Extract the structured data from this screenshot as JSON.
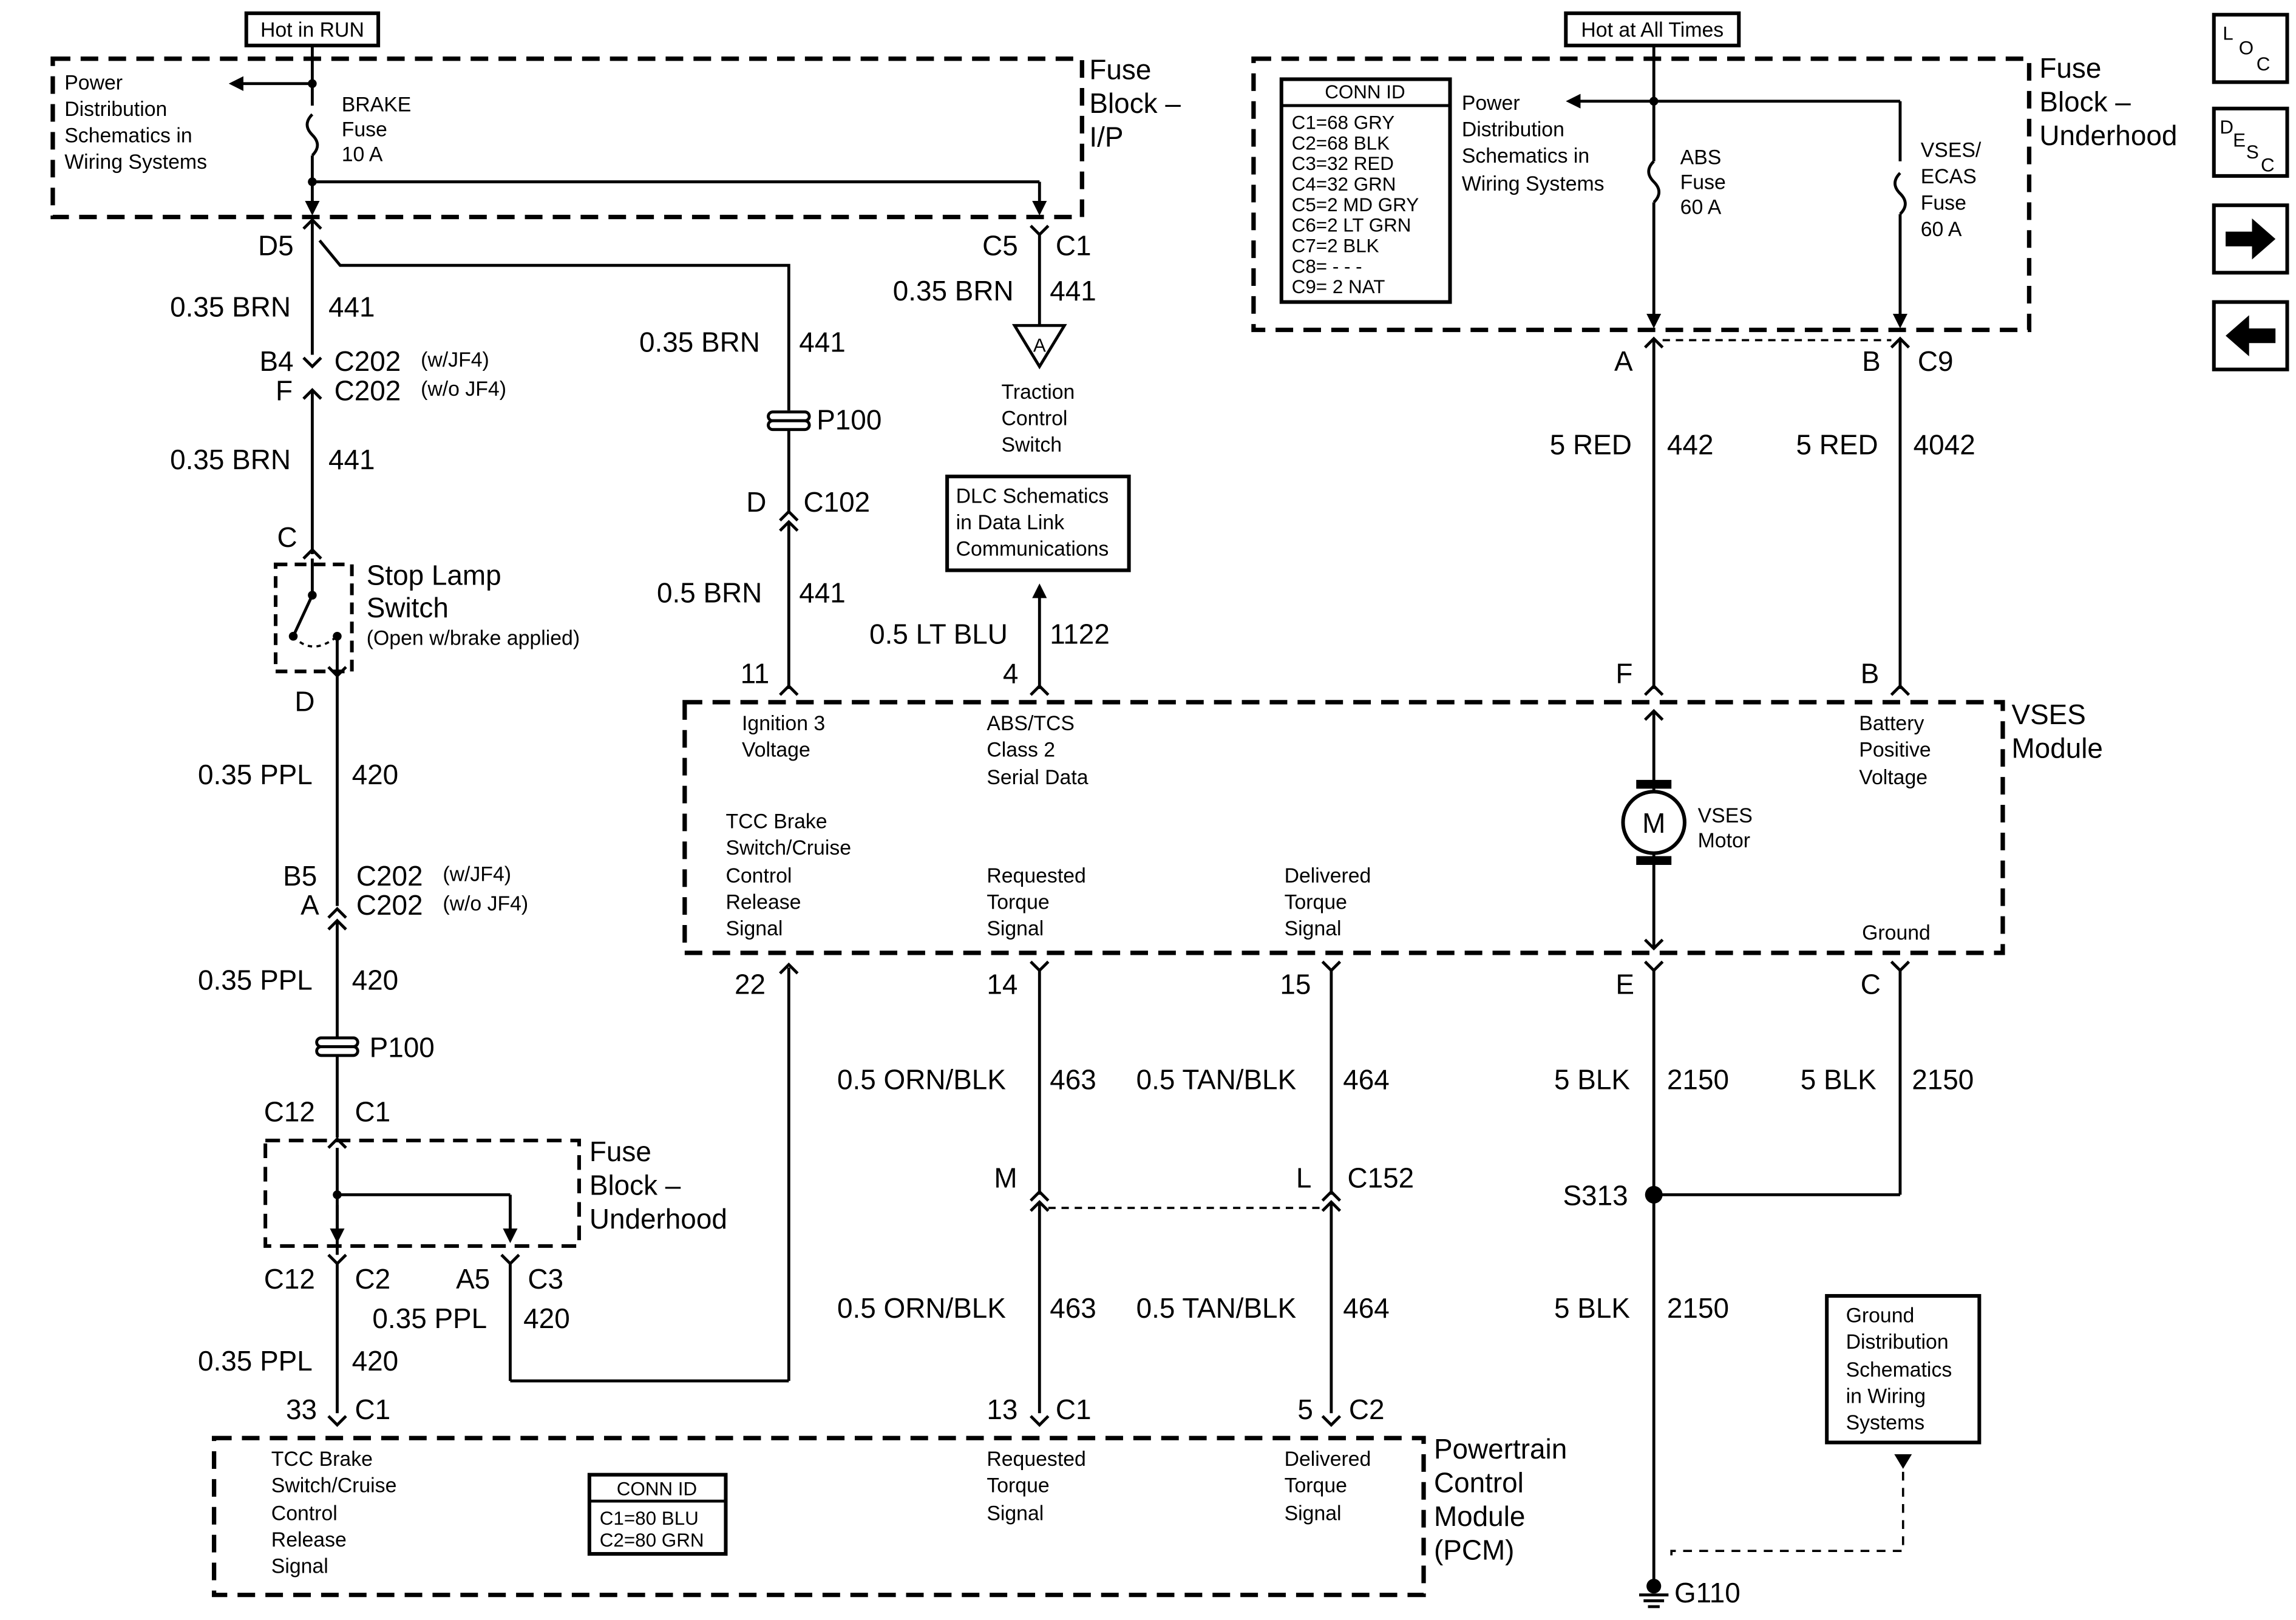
{
  "top_left": {
    "hot_in_run": "Hot in RUN",
    "power_dist": [
      "Power",
      "Distribution",
      "Schematics in",
      "Wiring Systems"
    ],
    "brake_fuse": [
      "BRAKE",
      "Fuse",
      "10 A"
    ],
    "fuse_block_title": [
      "Fuse",
      "Block –",
      "I/P"
    ]
  },
  "top_right": {
    "hot_all_times": "Hot at All Times",
    "conn_title": "CONN ID",
    "conn_rows": [
      "C1=68 GRY",
      "C2=68 BLK",
      "C3=32 RED",
      "C4=32 GRN",
      "C5=2 MD GRY",
      "C6=2 LT GRN",
      "C7=2 BLK",
      "C8= - - -",
      "C9= 2 NAT"
    ],
    "power_dist": [
      "Power",
      "Distribution",
      "Schematics in",
      "Wiring Systems"
    ],
    "abs_fuse": [
      "ABS",
      "Fuse",
      "60 A"
    ],
    "vses_fuse": [
      "VSES/",
      "ECAS",
      "Fuse",
      "60 A"
    ],
    "fuse_block_title": [
      "Fuse",
      "Block –",
      "Underhood"
    ]
  },
  "nav": {
    "loc_L": "L",
    "loc_O": "O",
    "loc_C": "C",
    "desc_D": "D",
    "desc_E": "E",
    "desc_S": "S",
    "desc_C": "C"
  },
  "left_wire": {
    "d5": "D5",
    "w1_size": "0.35 BRN",
    "w1_num": "441",
    "b4": "B4",
    "c202_a": "C202",
    "wjf4_a": "(w/JF4)",
    "f": "F",
    "c202_b": "C202",
    "wojf4_a": "(w/o JF4)",
    "w2_size": "0.35 BRN",
    "w2_num": "441",
    "c": "C",
    "stop_lamp": [
      "Stop Lamp",
      "Switch"
    ],
    "stop_lamp_note": "(Open w/brake applied)",
    "d": "D",
    "w3_size": "0.35 PPL",
    "w3_num": "420",
    "b5": "B5",
    "c202_c": "C202",
    "wjf4_b": "(w/JF4)",
    "a": "A",
    "c202_d": "C202",
    "wojf4_b": "(w/o JF4)",
    "w4_size": "0.35 PPL",
    "w4_num": "420",
    "p100": "P100",
    "c12_top": "C12",
    "c1_top": "C1",
    "fb_under": [
      "Fuse",
      "Block –",
      "Underhood"
    ],
    "c12_bot": "C12",
    "c2_bot": "C2",
    "a5": "A5",
    "c3": "C3",
    "w5_size": "0.35 PPL",
    "w5_num": "420",
    "w6_size": "0.35 PPL",
    "w6_num": "420",
    "pin33": "33",
    "c1_pcm": "C1"
  },
  "mid_wire": {
    "w_size": "0.35 BRN",
    "w_num": "441",
    "p100": "P100",
    "d": "D",
    "c102": "C102",
    "w2_size": "0.5 BRN",
    "w2_num": "441",
    "pin11": "11",
    "c5": "C5",
    "c1": "C1",
    "tc_size": "0.35 BRN",
    "tc_num": "441",
    "tc_a": "A",
    "traction": [
      "Traction",
      "Control",
      "Switch"
    ],
    "dlc": [
      "DLC Schematics",
      "in Data Link",
      "Communications"
    ],
    "dlc_size": "0.5 LT BLU",
    "dlc_num": "1122",
    "pin4": "4"
  },
  "right_wire": {
    "a": "A",
    "b": "B",
    "c9": "C9",
    "w442_size": "5 RED",
    "w442_num": "442",
    "w4042_size": "5 RED",
    "w4042_num": "4042",
    "f": "F",
    "b2": "B",
    "e": "E",
    "c": "C",
    "blk1_size": "5 BLK",
    "blk1_num": "2150",
    "blk2_size": "5 BLK",
    "blk2_num": "2150",
    "s313": "S313",
    "blk3_size": "5 BLK",
    "blk3_num": "2150",
    "ground_dist": [
      "Ground",
      "Distribution",
      "Schematics",
      "in Wiring",
      "Systems"
    ],
    "g110": "G110"
  },
  "vses": {
    "title": [
      "VSES",
      "Module"
    ],
    "ign3": [
      "Ignition 3",
      "Voltage"
    ],
    "abs_tcs": [
      "ABS/TCS",
      "Class 2",
      "Serial Data"
    ],
    "batt": [
      "Battery",
      "Positive",
      "Voltage"
    ],
    "tcc": [
      "TCC Brake",
      "Switch/Cruise",
      "Control",
      "Release",
      "Signal"
    ],
    "req": [
      "Requested",
      "Torque",
      "Signal"
    ],
    "del": [
      "Delivered",
      "Torque",
      "Signal"
    ],
    "motor_m": "M",
    "motor": [
      "VSES",
      "Motor"
    ],
    "ground": "Ground"
  },
  "bottom_wires": {
    "pin22": "22",
    "pin14": "14",
    "pin15": "15",
    "w463a_size": "0.5 ORN/BLK",
    "w463a_num": "463",
    "w464a_size": "0.5 TAN/BLK",
    "w464a_num": "464",
    "m": "M",
    "l": "L",
    "c152": "C152",
    "w463b_size": "0.5 ORN/BLK",
    "w463b_num": "463",
    "w464b_size": "0.5 TAN/BLK",
    "w464b_num": "464",
    "pin13": "13",
    "c1": "C1",
    "pin5": "5",
    "c2": "C2"
  },
  "pcm": {
    "title": [
      "Powertrain",
      "Control",
      "Module",
      "(PCM)"
    ],
    "tcc": [
      "TCC Brake",
      "Switch/Cruise",
      "Control",
      "Release",
      "Signal"
    ],
    "conn_title": "CONN ID",
    "conn_rows": [
      "C1=80 BLU",
      "C2=80 GRN"
    ],
    "req": [
      "Requested",
      "Torque",
      "Signal"
    ],
    "del": [
      "Delivered",
      "Torque",
      "Signal"
    ]
  }
}
